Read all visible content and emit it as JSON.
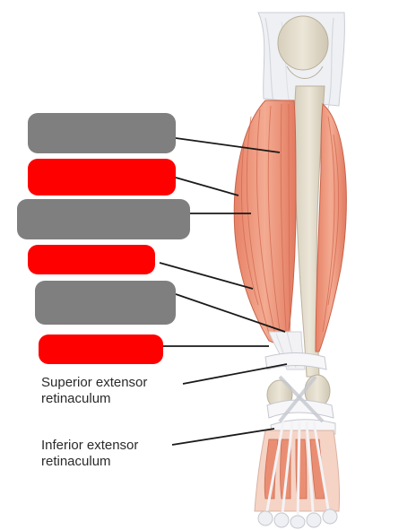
{
  "labels": [
    {
      "id": "label-1",
      "color": "#808080",
      "hidden": true
    },
    {
      "id": "label-2",
      "color": "#ff0000",
      "hidden": true
    },
    {
      "id": "label-3",
      "color": "#808080",
      "hidden": true
    },
    {
      "id": "label-4",
      "color": "#ff0000",
      "hidden": true
    },
    {
      "id": "label-5",
      "color": "#808080",
      "hidden": true
    },
    {
      "id": "label-6",
      "color": "#ff0000",
      "hidden": true
    }
  ],
  "captions": {
    "superior": {
      "line1": "Superior extensor",
      "line2": "retinaculum"
    },
    "inferior": {
      "line1": "Inferior extensor",
      "line2": "retinaculum"
    }
  },
  "colors": {
    "muscle": "#ef9f84",
    "muscle_dark": "#d9694f",
    "bone": "#e3dccb",
    "tendon": "#f1f1f4",
    "label_gray": "#808080",
    "label_red": "#ff0000"
  }
}
